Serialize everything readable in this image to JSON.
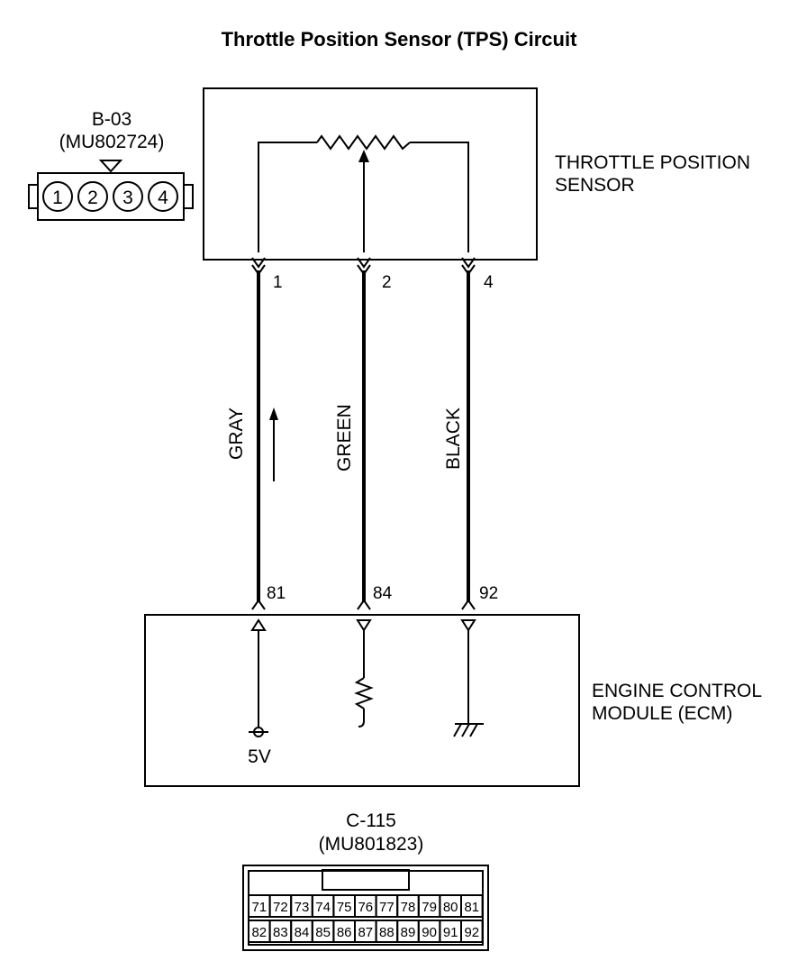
{
  "title": "Throttle Position Sensor (TPS) Circuit",
  "sensor": {
    "connector_id": "B-03",
    "connector_part": "(MU802724)",
    "connector_pins": [
      "1",
      "2",
      "3",
      "4"
    ],
    "name_line1": "THROTTLE POSITION",
    "name_line2": "SENSOR",
    "pins": [
      "1",
      "2",
      "4"
    ]
  },
  "wires": [
    {
      "color": "GRAY",
      "sensor_pin": "1",
      "ecm_pin": "81"
    },
    {
      "color": "GREEN",
      "sensor_pin": "2",
      "ecm_pin": "84"
    },
    {
      "color": "BLACK",
      "sensor_pin": "4",
      "ecm_pin": "92"
    }
  ],
  "ecm": {
    "name_line1": "ENGINE CONTROL",
    "name_line2": "MODULE (ECM)",
    "supply_label": "5V",
    "connector_id": "C-115",
    "connector_part": "(MU801823)",
    "row1": [
      "71",
      "72",
      "73",
      "74",
      "75",
      "76",
      "77",
      "78",
      "79",
      "80",
      "81"
    ],
    "row2": [
      "82",
      "83",
      "84",
      "85",
      "86",
      "87",
      "88",
      "89",
      "90",
      "91",
      "92"
    ]
  }
}
